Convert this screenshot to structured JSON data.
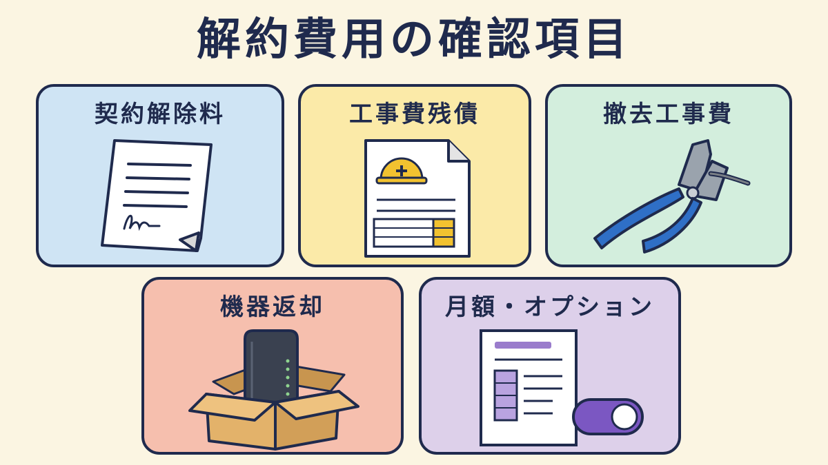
{
  "title": "解約費用の確認項目",
  "cards": [
    {
      "label": "契約解除料",
      "icon": "contract-document-icon"
    },
    {
      "label": "工事費残債",
      "icon": "construction-invoice-icon"
    },
    {
      "label": "撤去工事費",
      "icon": "pliers-icon"
    },
    {
      "label": "機器返却",
      "icon": "router-box-icon"
    },
    {
      "label": "月額・オプション",
      "icon": "billing-option-toggle-icon"
    }
  ],
  "colors": {
    "background": "#fbf5e2",
    "ink": "#1f2a4d",
    "card_blue": "#cfe4f4",
    "card_yellow": "#fbeaa8",
    "card_green": "#d3eedd",
    "card_red": "#f6bfae",
    "card_purple": "#ddd0ea"
  }
}
